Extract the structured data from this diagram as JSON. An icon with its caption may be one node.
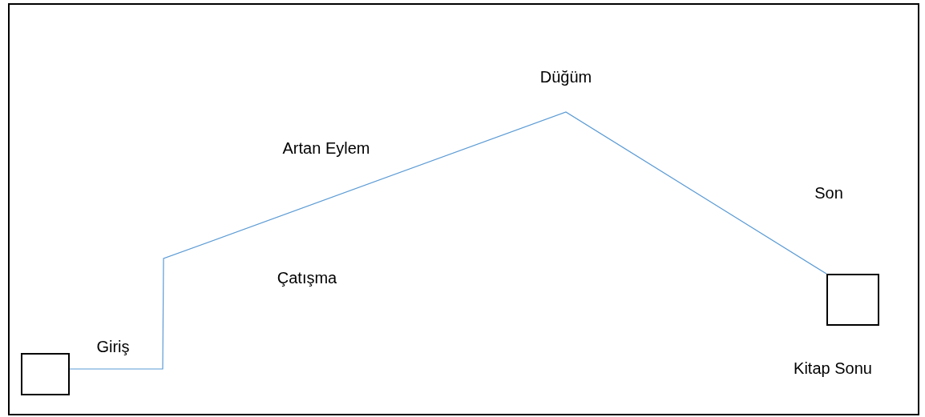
{
  "diagram": {
    "nodes": [
      {
        "text": [],
        "shape": "box"
      },
      {
        "text": [],
        "shape": "box",
        "beside": [
          "Kitap Sonu"
        ]
      }
    ],
    "edges": [
      {
        "from": 0,
        "to": 1,
        "arrow": "none",
        "color": "#5b9bd5"
      }
    ],
    "labels": [
      "Düğüm",
      "Artan Eylem",
      "Son",
      "Çatışma",
      "Giriş"
    ]
  }
}
